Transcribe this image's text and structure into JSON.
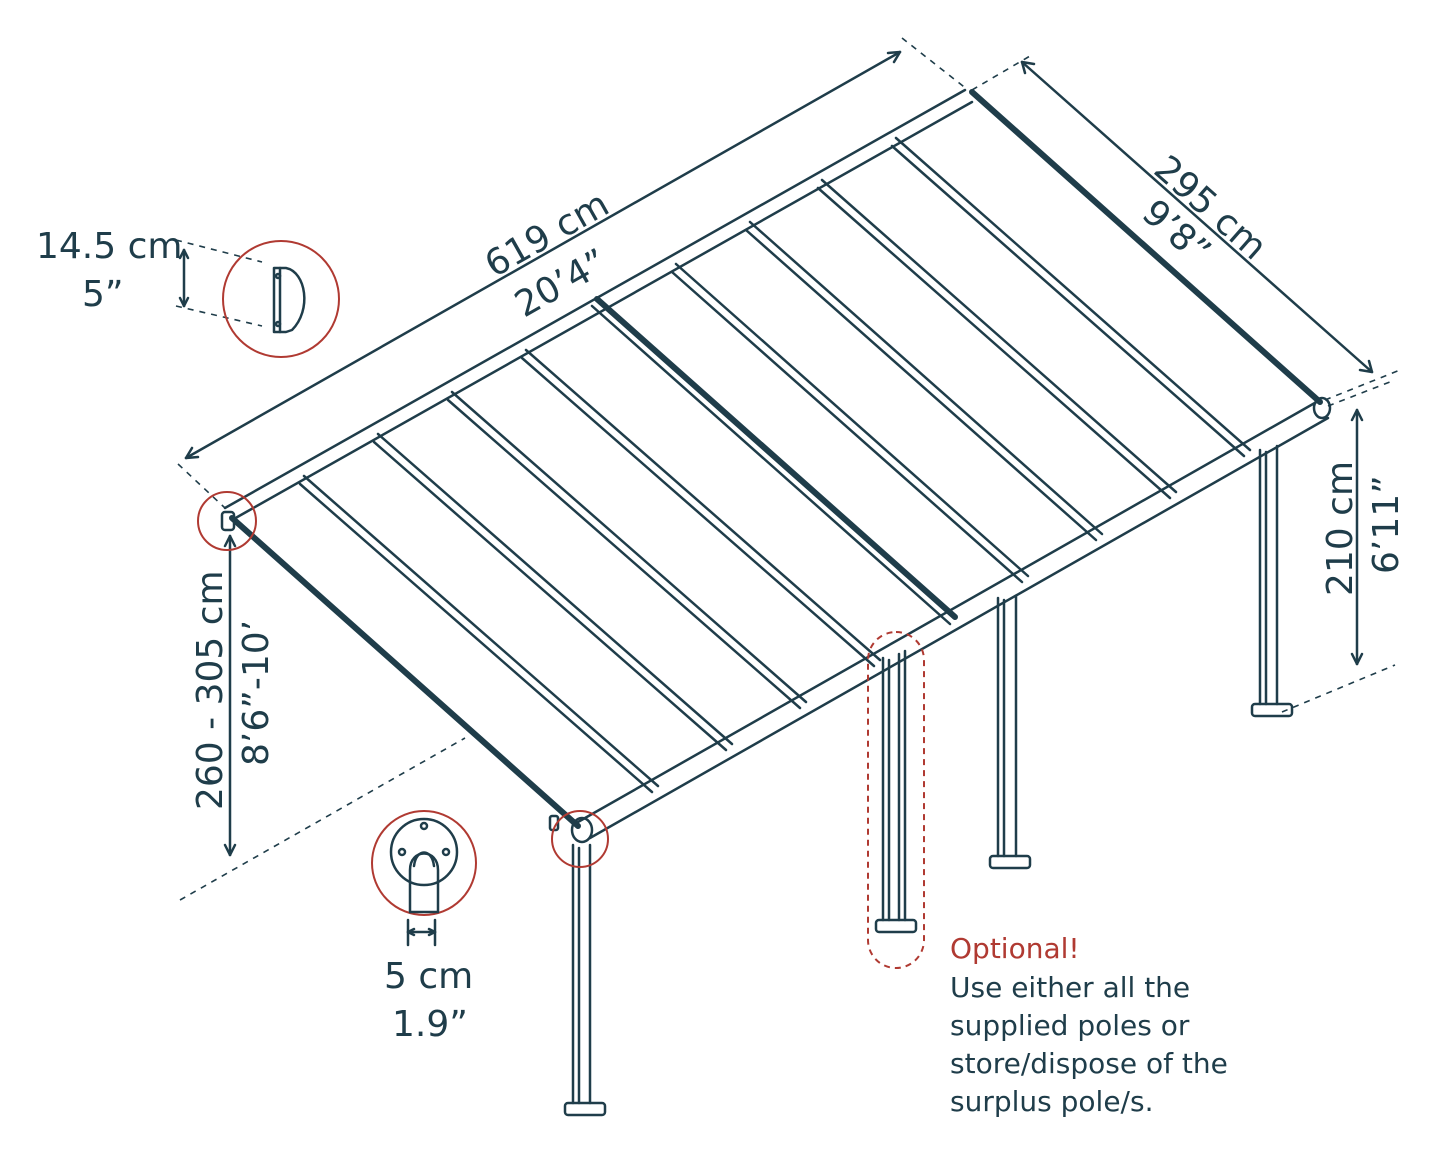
{
  "dimensions": {
    "length_cm": "619 cm",
    "length_ft": "20’4”",
    "width_cm": "295 cm",
    "width_ft": "9’8”",
    "front_height_cm": "210 cm",
    "front_height_ft": "6’11”",
    "wall_height_cm": "260 - 305 cm",
    "wall_height_ft": "8’6”-10’",
    "gutter_height_cm": "14.5 cm",
    "gutter_height_in": "5”",
    "pole_width_cm": "5 cm",
    "pole_width_in": "1.9”"
  },
  "note": {
    "title": "Optional!",
    "lines": [
      "Use either all the",
      "supplied poles or",
      "store/dispose of the",
      "surplus pole/s."
    ]
  },
  "colors": {
    "line": "#1f3d4a",
    "highlight": "#b03a32"
  }
}
